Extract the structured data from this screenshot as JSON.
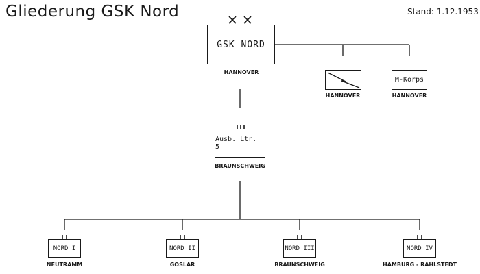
{
  "title": "Gliederung  GSK Nord",
  "stand": "Stand: 1.12.1953",
  "hq": {
    "name": "GSK NORD",
    "location": "HANNOVER"
  },
  "attached": [
    {
      "name": "",
      "icon": "signals-unit-icon",
      "location": "HANNOVER"
    },
    {
      "name": "M-Korps",
      "location": "HANNOVER"
    }
  ],
  "training": {
    "name": "Ausb. Ltr. 5",
    "location": "BRAUNSCHWEIG"
  },
  "units": [
    {
      "name": "NORD I",
      "location": "NEUTRAMM"
    },
    {
      "name": "NORD II",
      "location": "GOSLAR"
    },
    {
      "name": "NORD III",
      "location": "BRAUNSCHWEIG"
    },
    {
      "name": "NORD IV",
      "location": "HAMBURG - RAHLSTEDT"
    }
  ]
}
